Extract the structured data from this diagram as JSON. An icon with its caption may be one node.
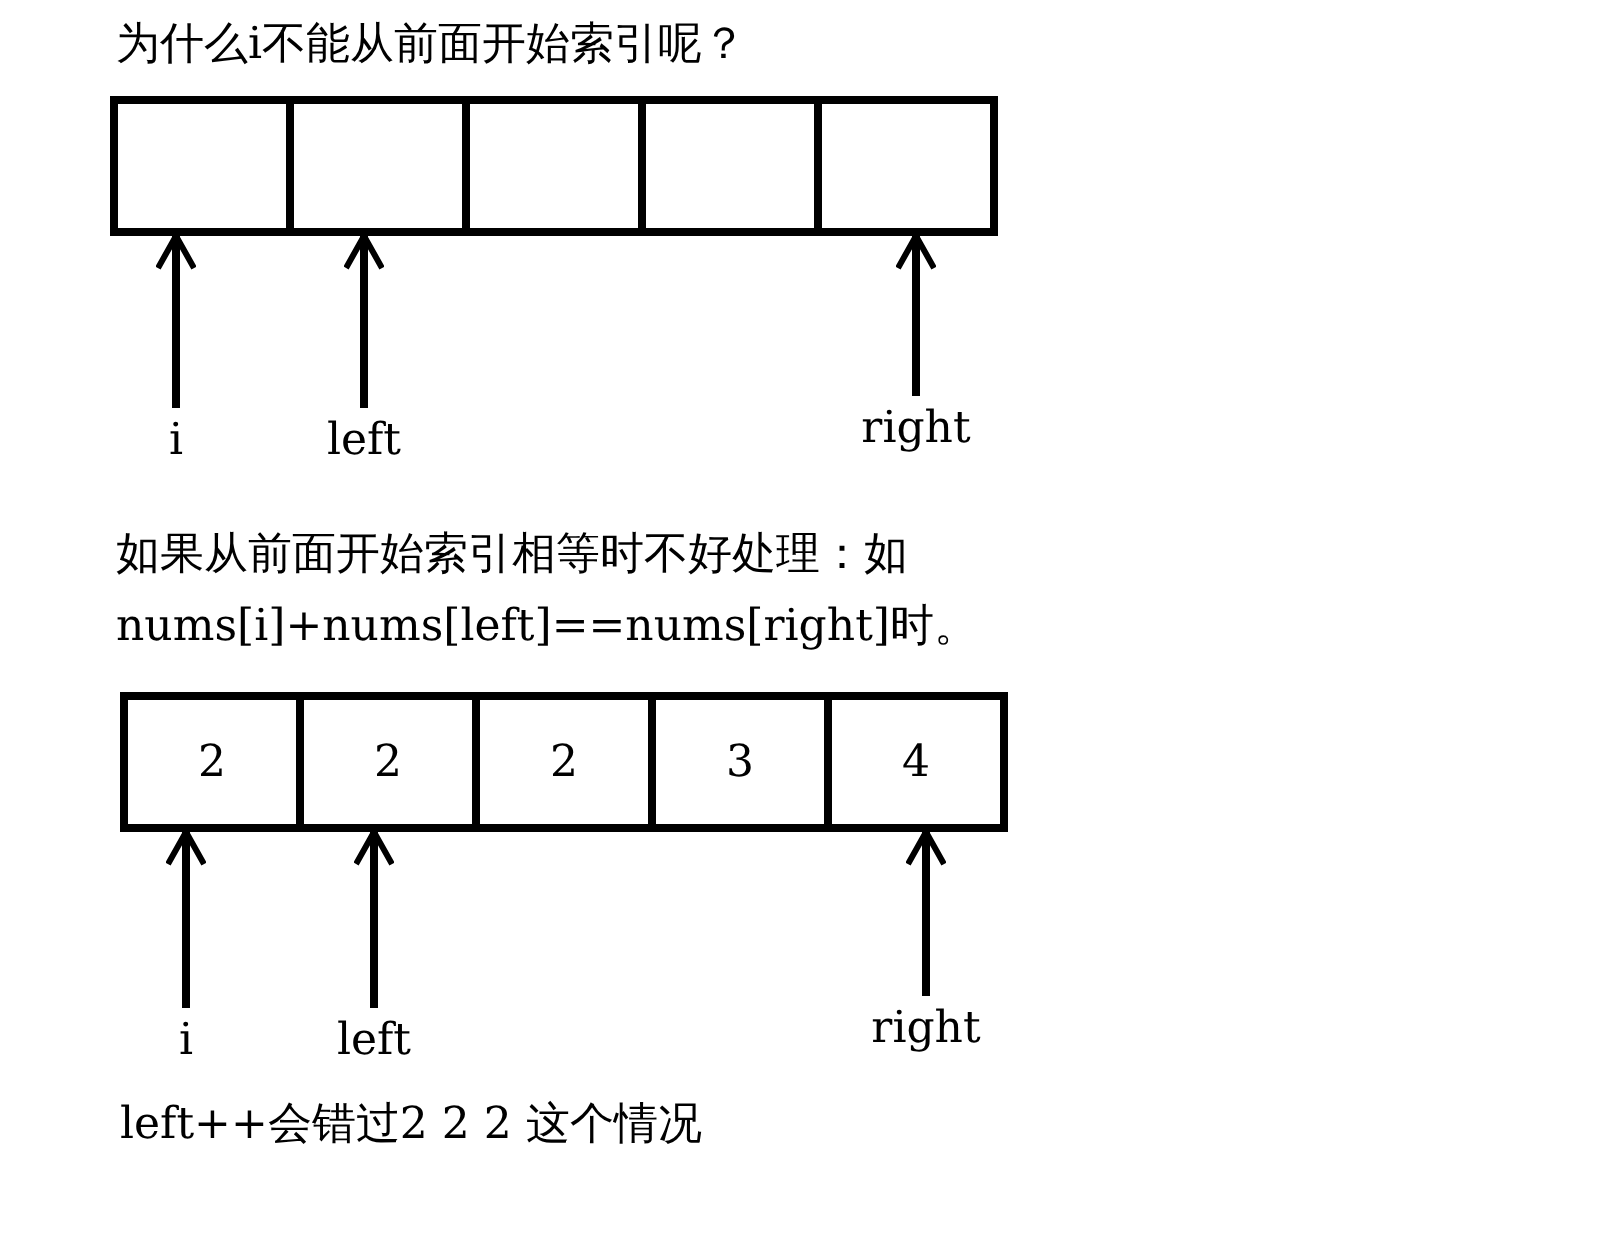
{
  "diagram": {
    "title": "为什么i不能从前面开始索引呢？",
    "nodes": [
      {
        "text": [],
        "shape": "box"
      },
      {
        "text": [],
        "shape": "box"
      },
      {
        "text": [],
        "shape": "box"
      },
      {
        "text": [],
        "shape": "box"
      },
      {
        "text": [],
        "shape": "box"
      },
      {
        "text": [
          "i"
        ]
      },
      {
        "text": [
          "left"
        ]
      },
      {
        "text": [
          "right"
        ]
      },
      {
        "text": [
          "2"
        ]
      },
      {
        "text": [
          "2"
        ]
      },
      {
        "text": [
          "2"
        ]
      },
      {
        "text": [
          "3"
        ]
      },
      {
        "text": [
          "4"
        ]
      },
      {
        "text": [
          "i"
        ]
      },
      {
        "text": [
          "left"
        ]
      },
      {
        "text": [
          "right"
        ]
      }
    ],
    "edges": [
      {
        "from": 5,
        "to": 0,
        "arrow": "to"
      },
      {
        "from": 6,
        "to": 1,
        "arrow": "to"
      },
      {
        "from": 7,
        "to": 4,
        "arrow": "to"
      },
      {
        "from": 13,
        "to": 8,
        "arrow": "to"
      },
      {
        "from": 14,
        "to": 9,
        "arrow": "to"
      },
      {
        "from": 15,
        "to": 12,
        "arrow": "to"
      }
    ],
    "labels": [
      "如果从前面开始索引相等时不好处理：如nums[i]+nums[left]==nums[right]时。",
      "left++会错过2 2 2 这个情况"
    ]
  }
}
